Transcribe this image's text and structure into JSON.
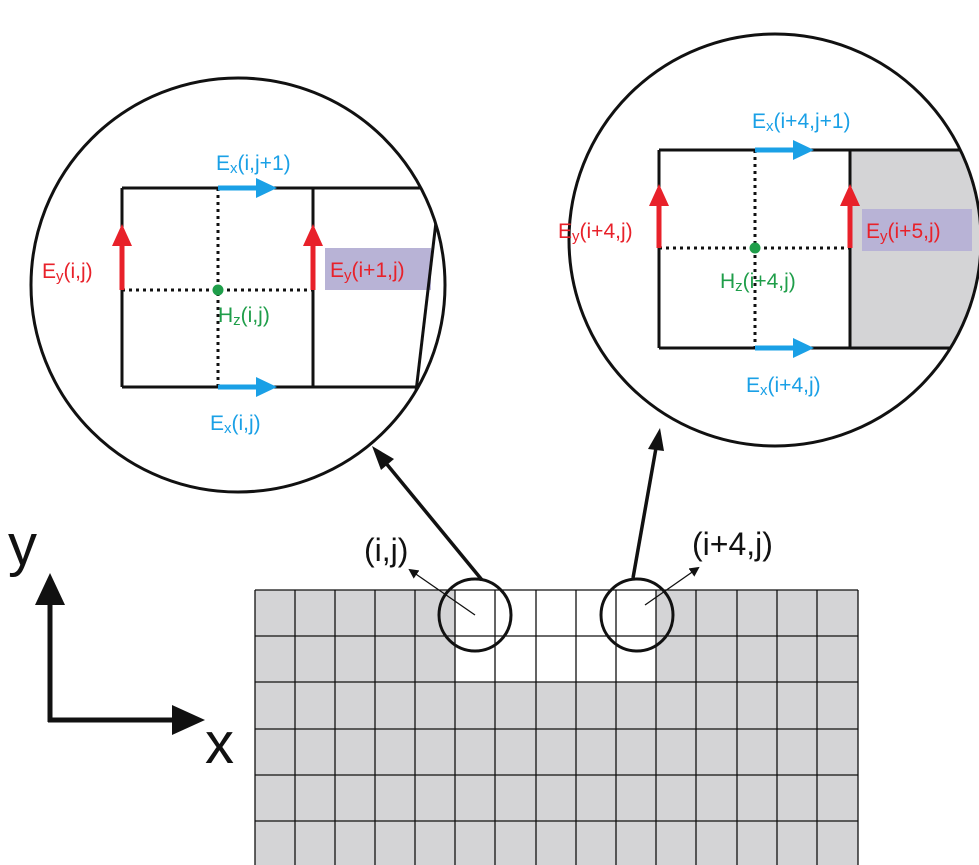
{
  "axes": {
    "x_label": "x",
    "y_label": "y"
  },
  "grid_labels": {
    "left_cell": "(i,j)",
    "right_cell": "(i+4,j)"
  },
  "left_zoom": {
    "ex_top": "(i,j+1)",
    "ex_bottom": "(i,j)",
    "ey_left": "(i,j)",
    "ey_right": "(i+1,j)",
    "hz": "(i,j)"
  },
  "right_zoom": {
    "ex_top": "(i+4,j+1)",
    "ex_bottom": "(i+4,j)",
    "ey_left": "(i+4,j)",
    "ey_right": "(i+5,j)",
    "hz": "(i+4,j)"
  },
  "symbols": {
    "E": "E",
    "H": "H",
    "x": "x",
    "y": "y",
    "z": "z"
  },
  "colors": {
    "ex": "#1aa0e6",
    "ey": "#e8212a",
    "hz": "#1f9e4a",
    "metal": "#d4d4d6",
    "highlight": "#b8b3d6",
    "stroke": "#111111"
  }
}
